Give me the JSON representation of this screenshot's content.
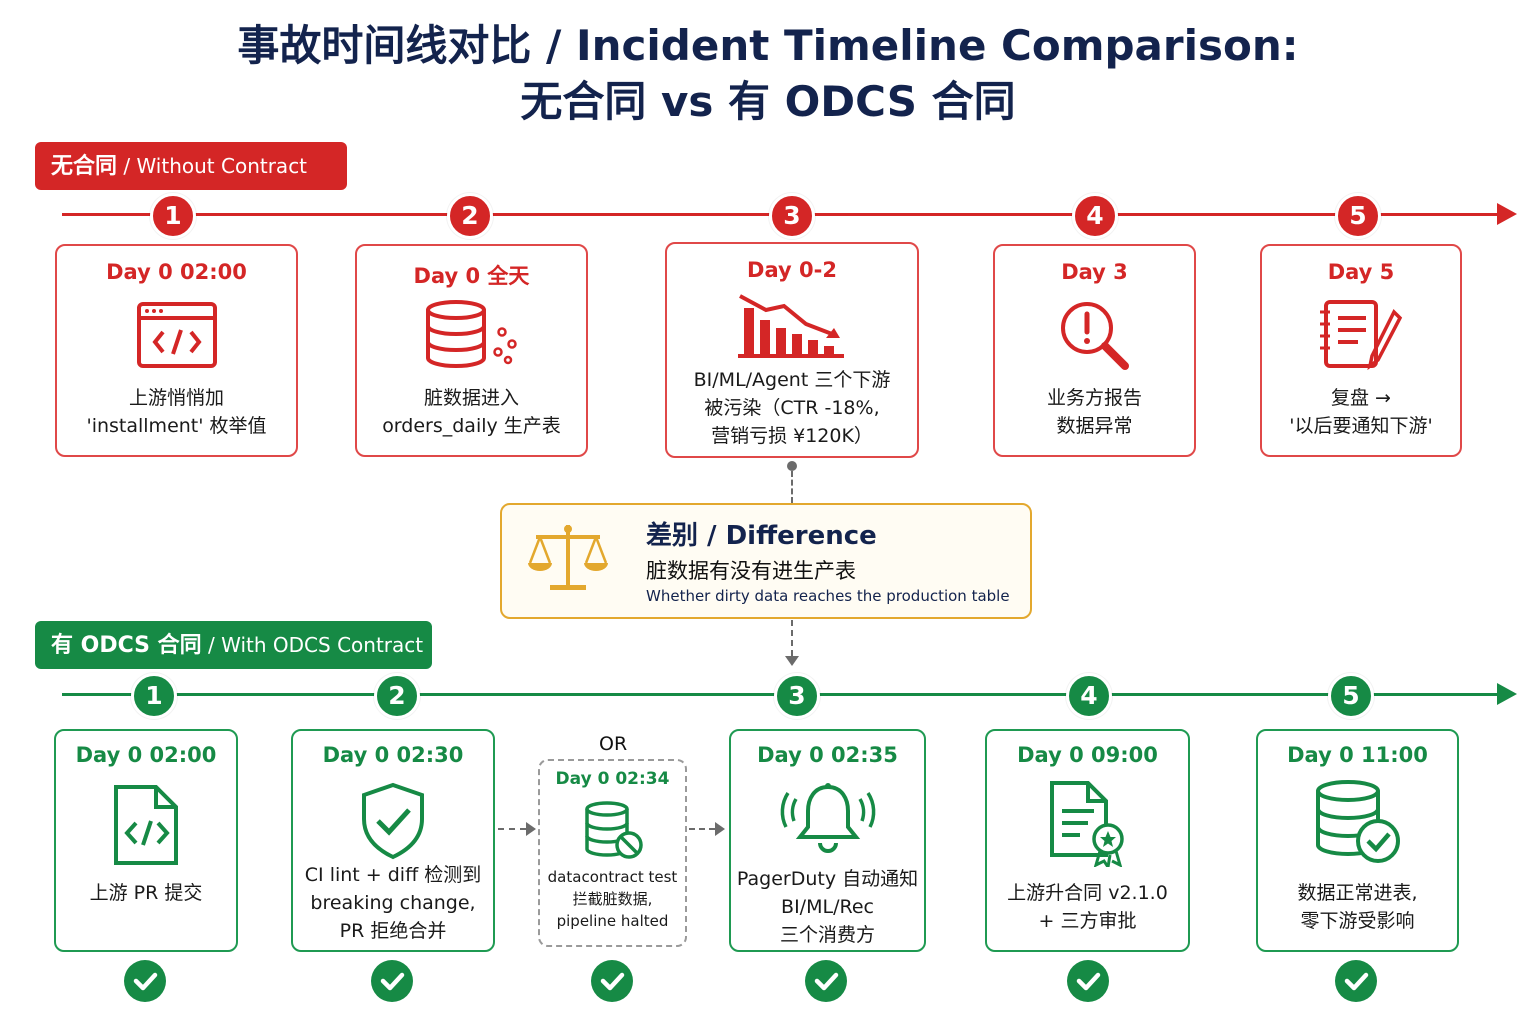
{
  "title": {
    "line1": "事故时间线对比 / Incident Timeline Comparison:",
    "line2": "无合同 vs 有 ODCS 合同"
  },
  "without": {
    "badge_cn": "无合同",
    "badge_en": " / Without Contract",
    "color": "#d42626",
    "steps": [
      {
        "num": "1",
        "day": "Day 0 02:00",
        "icon": "code-window-icon",
        "lines": [
          "上游悄悄加",
          "'installment' 枚举值"
        ]
      },
      {
        "num": "2",
        "day": "Day 0 全天",
        "icon": "database-icon",
        "lines": [
          "脏数据进入",
          "orders_daily 生产表"
        ]
      },
      {
        "num": "3",
        "day": "Day 0-2",
        "icon": "declining-chart-icon",
        "lines": [
          "BI/ML/Agent 三个下游",
          "被污染（CTR -18%,",
          "营销亏损 ¥120K）"
        ]
      },
      {
        "num": "4",
        "day": "Day 3",
        "icon": "alert-magnifier-icon",
        "lines": [
          "业务方报告",
          "数据异常"
        ]
      },
      {
        "num": "5",
        "day": "Day 5",
        "icon": "notebook-pen-icon",
        "lines": [
          "复盘 →",
          "'以后要通知下游'"
        ]
      }
    ]
  },
  "difference": {
    "title": "差别 / Difference",
    "cn": "脏数据有没有进生产表",
    "en": "Whether dirty data reaches the production table",
    "icon": "balance-scale-icon",
    "color": "#e3a82e"
  },
  "with": {
    "badge_cn": "有 ODCS 合同",
    "badge_en": " / With ODCS Contract",
    "color": "#168a45",
    "steps": [
      {
        "num": "1",
        "day": "Day 0 02:00",
        "icon": "code-file-icon",
        "lines": [
          "上游 PR 提交"
        ]
      },
      {
        "num": "2",
        "day": "Day 0 02:30",
        "icon": "shield-check-icon",
        "lines": [
          "CI lint + diff 检测到",
          "breaking change,",
          "PR 拒绝合并"
        ]
      },
      {
        "num": "3",
        "day": "Day 0 02:35",
        "icon": "bell-icon",
        "lines": [
          "PagerDuty 自动通知",
          "BI/ML/Rec",
          "三个消费方"
        ]
      },
      {
        "num": "4",
        "day": "Day 0 09:00",
        "icon": "document-award-icon",
        "lines": [
          "上游升合同 v2.1.0",
          "+ 三方审批"
        ]
      },
      {
        "num": "5",
        "day": "Day 0 11:00",
        "icon": "database-check-icon",
        "lines": [
          "数据正常进表,",
          "零下游受影响"
        ]
      }
    ],
    "alternative": {
      "or_label": "OR",
      "day": "Day 0 02:34",
      "icon": "database-blocked-icon",
      "lines": [
        "datacontract test",
        "拦截脏数据,",
        "pipeline halted"
      ]
    }
  }
}
